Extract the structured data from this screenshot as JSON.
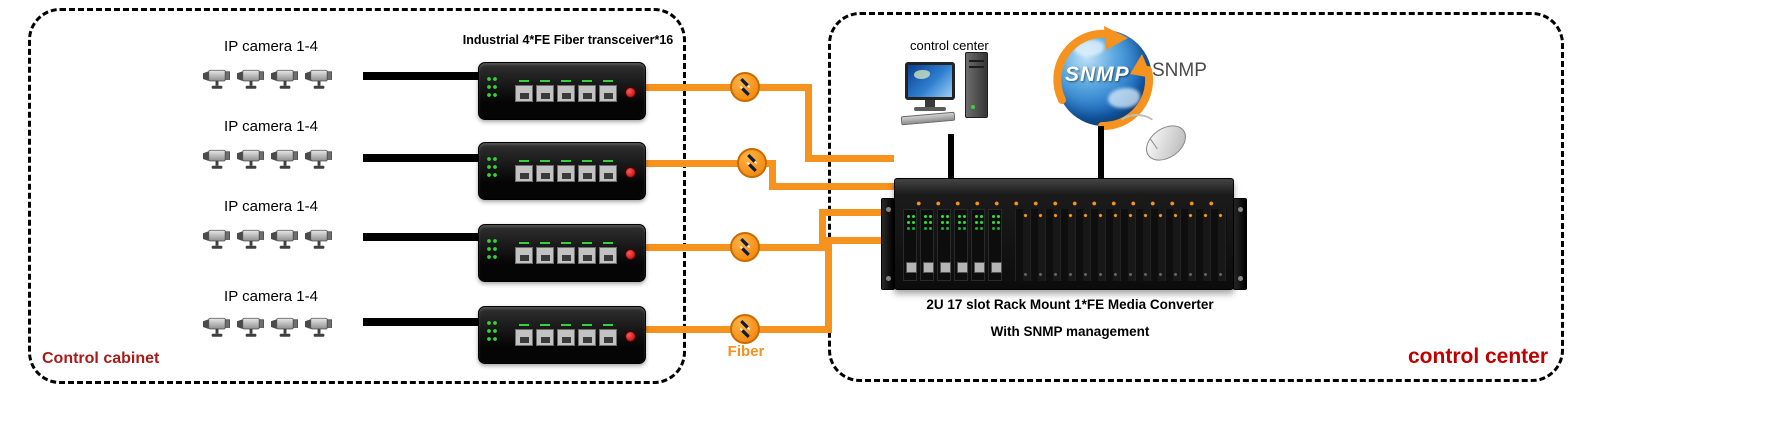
{
  "colors": {
    "accent_orange": "#F6921E",
    "caption_red_left": "#A61C1C",
    "caption_red_right": "#C00000"
  },
  "left_panel": {
    "title": "Industrial 4*FE Fiber transceiver*16",
    "caption": "Control cabinet",
    "rows": [
      {
        "label": "IP camera 1-4"
      },
      {
        "label": "IP camera 1-4"
      },
      {
        "label": "IP camera 1-4"
      },
      {
        "label": "IP camera 1-4"
      }
    ]
  },
  "fiber": {
    "label": "Fiber"
  },
  "right_panel": {
    "workstation_label": "control center",
    "snmp_globe_text": "SNMP",
    "snmp_label": "SNMP",
    "rack_caption_line1": "2U 17 slot Rack Mount  1*FE Media Converter",
    "rack_caption_line2": "With SNMP management",
    "caption": "control center"
  }
}
